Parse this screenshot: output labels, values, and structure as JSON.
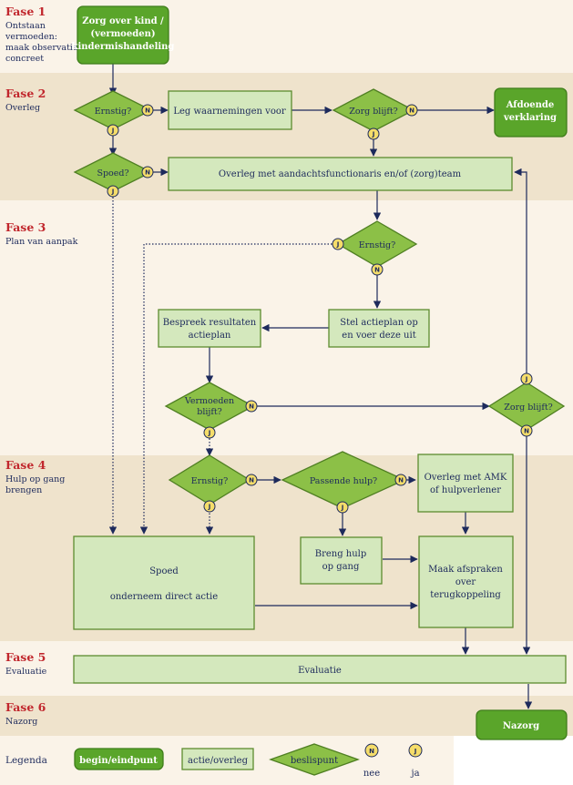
{
  "phases": [
    {
      "title": "Fase 1",
      "subtitle": [
        "Ontstaan",
        "vermoeden:",
        "maak observaties",
        "concreet"
      ]
    },
    {
      "title": "Fase 2",
      "subtitle": [
        "Overleg"
      ]
    },
    {
      "title": "Fase 3",
      "subtitle": [
        "Plan van aanpak"
      ]
    },
    {
      "title": "Fase 4",
      "subtitle": [
        "Hulp op gang",
        "brengen"
      ]
    },
    {
      "title": "Fase 5",
      "subtitle": [
        "Evaluatie"
      ]
    },
    {
      "title": "Fase 6",
      "subtitle": [
        "Nazorg"
      ]
    }
  ],
  "nodes": {
    "start": [
      "Zorg over kind /",
      "(vermoeden)",
      "kindermishandeling"
    ],
    "d_ernstig_1": [
      "Ernstig?"
    ],
    "leg_waarnemingen": [
      "Leg waarnemingen voor"
    ],
    "d_zorg_blijft_1": [
      "Zorg blijft?"
    ],
    "afdoende": [
      "Afdoende",
      "verklaring"
    ],
    "d_spoed": [
      "Spoed?"
    ],
    "overleg_functionaris": [
      "Overleg met aandachtsfunctionaris en/of (zorg)team"
    ],
    "d_ernstig_2": [
      "Ernstig?"
    ],
    "bespreek": [
      "Bespreek resultaten",
      "actieplan"
    ],
    "stel_actieplan": [
      "Stel actieplan op",
      "en voer deze uit"
    ],
    "d_vermoeden": [
      "Vermoeden",
      "blijft?"
    ],
    "d_zorg_blijft_2": [
      "Zorg blijft?"
    ],
    "d_ernstig_3": [
      "Ernstig?"
    ],
    "d_passende": [
      "Passende hulp?"
    ],
    "overleg_amk": [
      "Overleg met AMK",
      "of hulpverlener"
    ],
    "spoed_box": [
      "Spoed",
      "",
      "onderneem direct actie"
    ],
    "breng_hulp": [
      "Breng hulp",
      "op gang"
    ],
    "maak_afspraken": [
      "Maak afspraken",
      "over",
      "terugkoppeling"
    ],
    "evaluatie": [
      "Evaluatie"
    ],
    "nazorg": [
      "Nazorg"
    ]
  },
  "badges": {
    "no": "N",
    "yes": "J"
  },
  "legend": {
    "title": "Legenda",
    "begin_eind": "begin/eindpunt",
    "actie": "actie/overleg",
    "beslispunt": "beslispunt",
    "nee": "nee",
    "ja": "ja"
  },
  "colors": {
    "band_light": "#faf3e8",
    "band_dark": "#efe3cc",
    "terminal_green": "#5aa52a",
    "action_green": "#d4e8bd",
    "diamond_green": "#8cc047",
    "badge_yellow": "#f5dd6a",
    "phase_red": "#c1272d",
    "navy": "#1d2a5c"
  }
}
